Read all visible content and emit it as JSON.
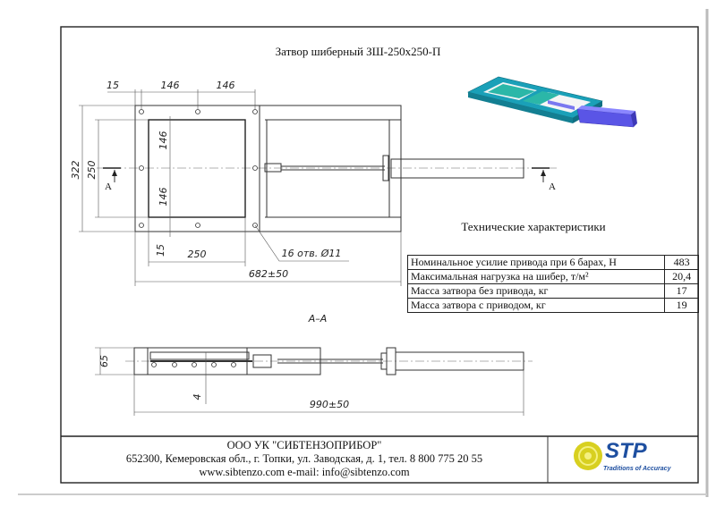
{
  "title": "Затвор шиберный ЗШ-250х250-П",
  "section_label": "А–А",
  "section_marker": "А",
  "dimensions": {
    "top_15": "15",
    "top_146_a": "146",
    "top_146_b": "146",
    "height_322": "322",
    "height_250": "250",
    "inner_146_a": "146",
    "inner_146_b": "146",
    "bottom_15": "15",
    "opening_250": "250",
    "holes_note": "16 отв. Ø11",
    "length_682": "682±50",
    "thickness_65": "65",
    "gap_4": "4",
    "length_990": "990±50"
  },
  "specs": {
    "heading": "Технические характеристики",
    "rows": [
      {
        "label": "Номинальное усилие привода при 6 барах, Н",
        "value": "483"
      },
      {
        "label": "Максимальная нагрузка на шибер, т/м²",
        "value": "20,4"
      },
      {
        "label": "Масса затвора без привода, кг",
        "value": "17"
      },
      {
        "label": "Масса затвора с приводом, кг",
        "value": "19"
      }
    ]
  },
  "footer": {
    "company": "ООО УК \"СИБТЕНЗОПРИБОР\"",
    "address": "652300, Кемеровская обл., г. Топки, ул. Заводская, д. 1, тел. 8 800 775 20 55",
    "contacts": "www.sibtenzo.com e-mail: info@sibtenzo.com",
    "logo_text": "STP",
    "logo_tagline": "Traditions of Accuracy"
  },
  "colors": {
    "model_body": "#1aa0b8",
    "model_plate": "#2bb7a8",
    "model_actuator": "#5a55e6",
    "logo_blue": "#1e4fa0",
    "logo_yellow": "#d8d020"
  }
}
